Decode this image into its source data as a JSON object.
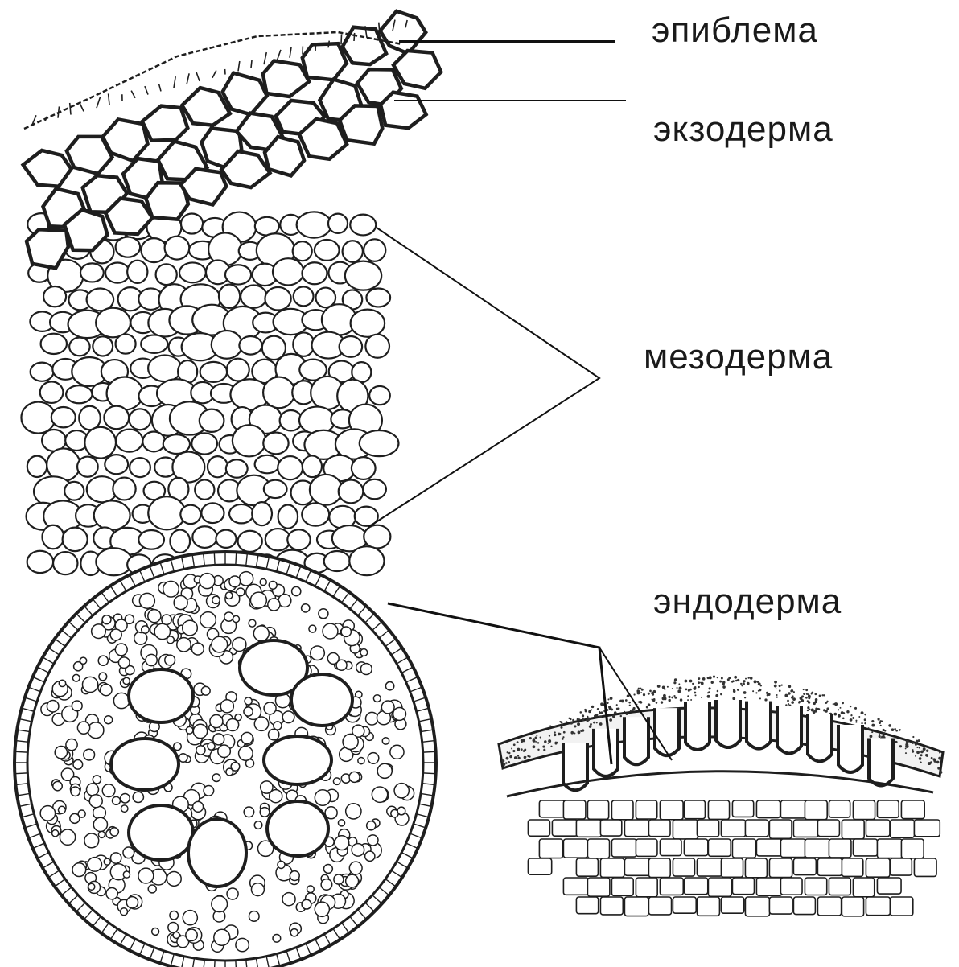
{
  "labels": {
    "epiblema": "эпиблема",
    "exoderma": "экзодерма",
    "mesoderma": "мезодерма",
    "endoderma": "эндодерма"
  },
  "colors": {
    "ink": "#1e1e1e",
    "background": "#ffffff",
    "label": "#1a1a1a"
  }
}
